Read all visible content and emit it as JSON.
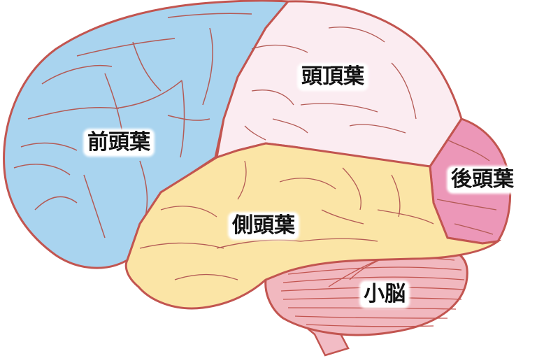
{
  "diagram": {
    "type": "brain-lateral-view",
    "outline_color": "#c25550",
    "fissure_color": "#b35a55",
    "regions": {
      "frontal": {
        "label": "前頭葉",
        "color": "#a9d4ef"
      },
      "parietal": {
        "label": "頭頂葉",
        "color": "#fbecf1"
      },
      "occipital": {
        "label": "後頭葉",
        "color": "#ec97b8"
      },
      "temporal": {
        "label": "側頭葉",
        "color": "#fbe5a6"
      },
      "cerebellum": {
        "label": "小脳",
        "color": "#f1b8bf"
      },
      "brainstem": {
        "label": "",
        "color": "#f2bcc5"
      }
    }
  }
}
